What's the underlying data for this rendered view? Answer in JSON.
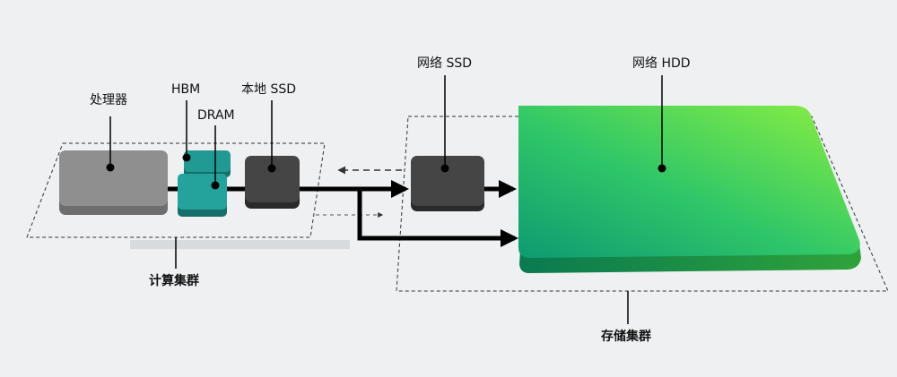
{
  "labels": {
    "processor": "处理器",
    "hbm": "HBM",
    "dram": "DRAM",
    "local_ssd": "本地 SSD",
    "network_ssd": "网络 SSD",
    "network_hdd": "网络 HDD",
    "compute_cluster": "计算集群",
    "storage_cluster": "存储集群"
  },
  "colors": {
    "background": "#eef0f2",
    "processor": "#8a8a8a",
    "memory_teal": "#1f8f8a",
    "ssd_dark": "#3a3a3a",
    "hdd_green_light": "#8cf040",
    "hdd_green_dark": "#0e9a72"
  }
}
